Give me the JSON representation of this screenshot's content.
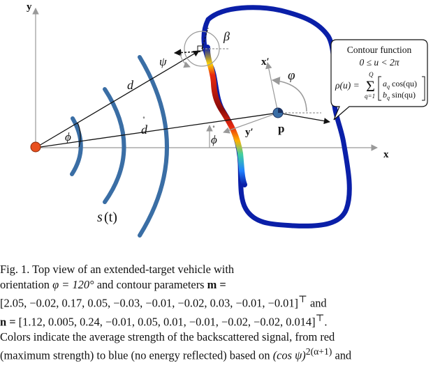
{
  "figure": {
    "axis_labels": {
      "y": "y",
      "x": "x",
      "y_prime": "y′",
      "x_prime": "x′"
    },
    "symbols": {
      "beta": "β",
      "psi": "ψ",
      "d": "d",
      "d_dot": "d",
      "phi": "ϕ",
      "phi_dot": "ϕ",
      "varphi": "φ",
      "p": "p",
      "s": "s",
      "s_t_paren": "(t)"
    },
    "contour_box": {
      "title": "Contour function",
      "range": "0 ≤ u < 2π",
      "rho": "ρ(u) =",
      "sum_top": "Q",
      "sum_bottom": "q=1",
      "row1": "a",
      "row1_sub": "q",
      "row1_rest": " cos(qu)",
      "row2": "b",
      "row2_sub": "q",
      "row2_rest": " sin(qu)"
    },
    "colors": {
      "wave": "#3a6ea5",
      "origin": "#e8501e",
      "contour": "#0a1fa8",
      "axes": "#999999"
    }
  },
  "caption": {
    "fig": "Fig. 1.",
    "line1": "Top view of an extended-target vehicle with",
    "line2a": "orientation",
    "orientation": "φ = 120°",
    "line2b": "and contour parameters",
    "m_sym": "m =",
    "m_vec": "[2.05, −0.02, 0.17, 0.05, −0.03, −0.01, −0.02, 0.03, −0.01, −0.01]",
    "m_end": "and",
    "n_sym": "n =",
    "n_vec": "[1.12, 0.005, 0.24, −0.01, 0.05, 0.01, −0.01, −0.02, −0.02, 0.014]",
    "transpose": "⊤",
    "n_end": ".",
    "line5": "Colors indicate the average strength of the backscattered signal, from red",
    "line6a": "(maximum strength) to blue (no energy reflected) based on",
    "line6_formula": "(cos ψ)",
    "line6_exp": "2(α+1)",
    "line6b": "and"
  }
}
